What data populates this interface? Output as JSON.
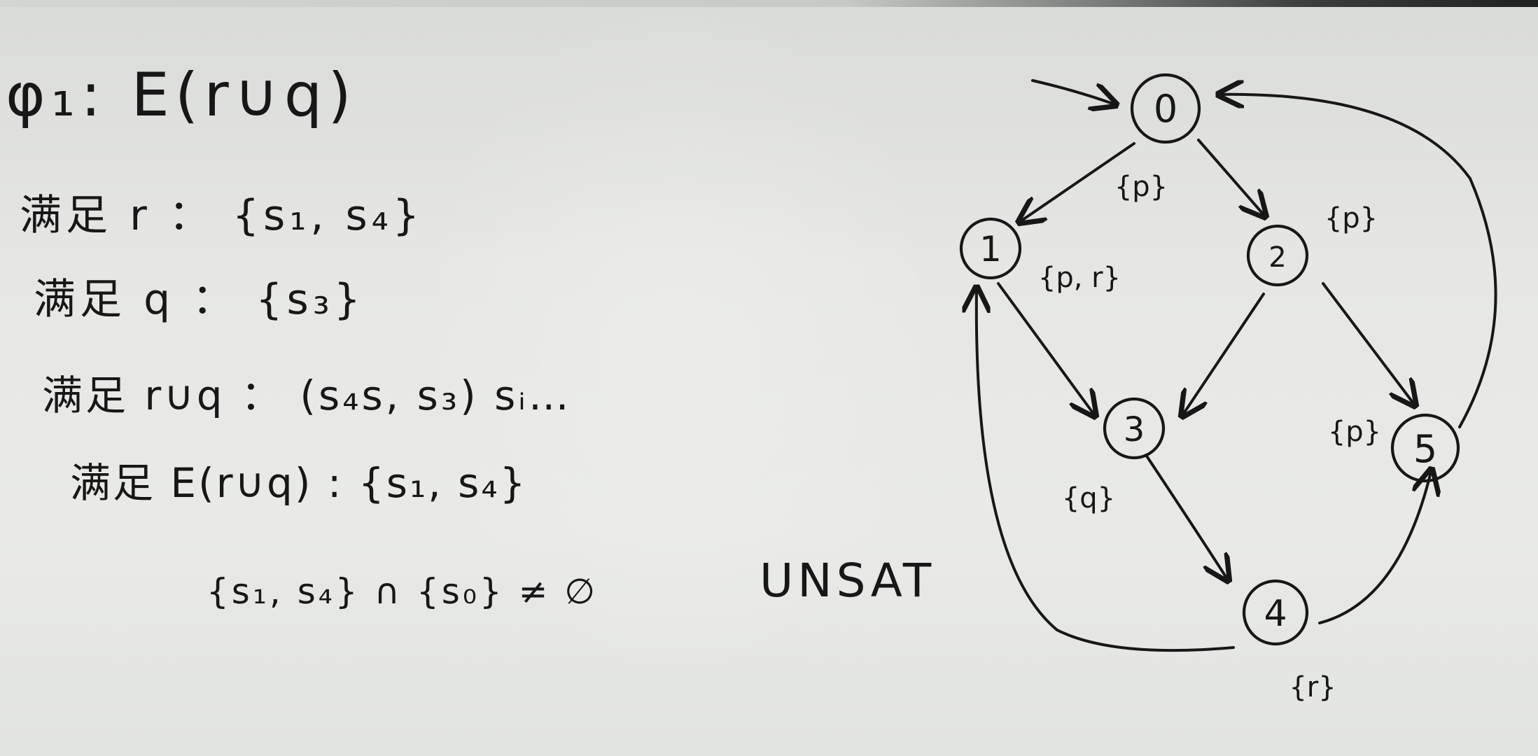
{
  "notes": {
    "formula": "φ₁: E(r∪q)",
    "line_r": "满足 r ： {s₁, s₄}",
    "line_q": "满足 q ： {s₃}",
    "line_ruq": "满足 r∪q ： (s₄s, s₃) sᵢ…",
    "line_eruq": "满足 E(r∪q) : {s₁, s₄}",
    "line_intersection": "{s₁, s₄} ∩ {s₀} ≠ ∅",
    "verdict": "UNSAT"
  },
  "graph": {
    "nodes": [
      {
        "id": "0",
        "label": "{p}"
      },
      {
        "id": "1",
        "label": "{p, r}"
      },
      {
        "id": "2",
        "label": "{p}"
      },
      {
        "id": "3",
        "label": "{q}"
      },
      {
        "id": "4",
        "label": "{r}"
      },
      {
        "id": "5",
        "label": "{p}"
      }
    ],
    "edges": [
      {
        "from": "start",
        "to": "0"
      },
      {
        "from": "0",
        "to": "1"
      },
      {
        "from": "0",
        "to": "2"
      },
      {
        "from": "1",
        "to": "3"
      },
      {
        "from": "2",
        "to": "3"
      },
      {
        "from": "2",
        "to": "5"
      },
      {
        "from": "3",
        "to": "4"
      },
      {
        "from": "4",
        "to": "5"
      },
      {
        "from": "4",
        "to": "1"
      },
      {
        "from": "5",
        "to": "0"
      }
    ]
  },
  "colors": {
    "board": "#e6e7e4",
    "ink": "#171717"
  }
}
